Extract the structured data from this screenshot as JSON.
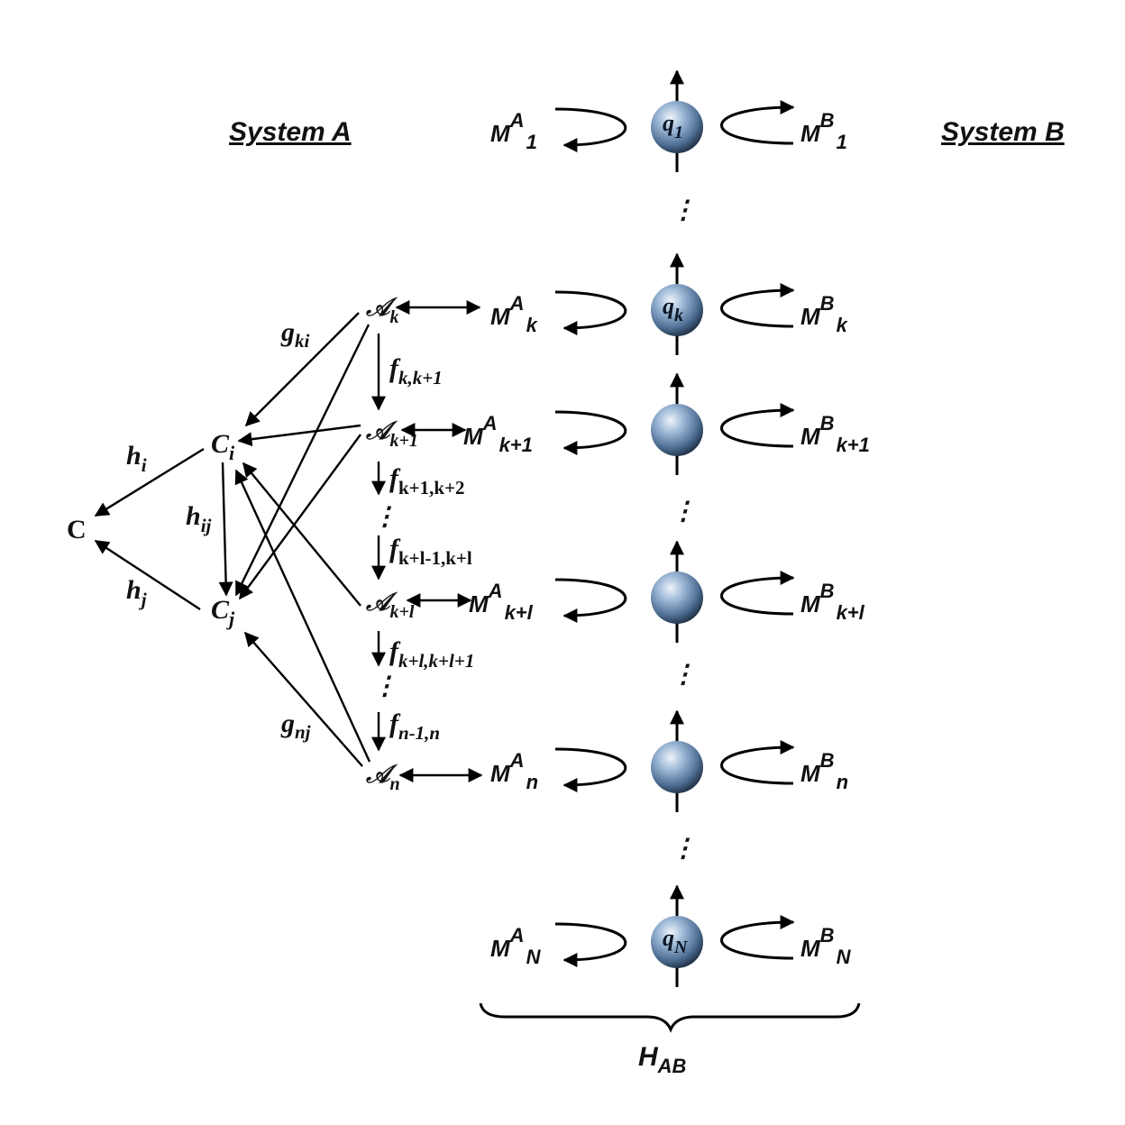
{
  "headers": {
    "system_a": "System A",
    "system_b": "System B"
  },
  "qubits": [
    {
      "label": "q",
      "sub": "1"
    },
    {
      "label": "q",
      "sub": "k"
    },
    {
      "label": "",
      "sub": ""
    },
    {
      "label": "",
      "sub": ""
    },
    {
      "label": "",
      "sub": ""
    },
    {
      "label": "q",
      "sub": "N"
    }
  ],
  "measure_a": [
    {
      "base": "M",
      "sup": "A",
      "sub": "1"
    },
    {
      "base": "M",
      "sup": "A",
      "sub": "k"
    },
    {
      "base": "M",
      "sup": "A",
      "sub": "k+1"
    },
    {
      "base": "M",
      "sup": "A",
      "sub": "k+l"
    },
    {
      "base": "M",
      "sup": "A",
      "sub": "n"
    },
    {
      "base": "M",
      "sup": "A",
      "sub": "N"
    }
  ],
  "measure_b": [
    {
      "base": "M",
      "sup": "B",
      "sub": "1"
    },
    {
      "base": "M",
      "sup": "B",
      "sub": "k"
    },
    {
      "base": "M",
      "sup": "B",
      "sub": "k+1"
    },
    {
      "base": "M",
      "sup": "B",
      "sub": "k+l"
    },
    {
      "base": "M",
      "sup": "B",
      "sub": "n"
    },
    {
      "base": "M",
      "sup": "B",
      "sub": "N"
    }
  ],
  "agents": [
    {
      "base": "𝒜",
      "sub": "k"
    },
    {
      "base": "𝒜",
      "sub": "k+1"
    },
    {
      "base": "𝒜",
      "sub": "k+l"
    },
    {
      "base": "𝒜",
      "sub": "n"
    }
  ],
  "chain_labels": [
    {
      "base": "f",
      "sub": "k,k+1"
    },
    {
      "base": "f",
      "sub": "k+1,k+2"
    },
    {
      "base": "f",
      "sub": "k+l-1,k+l"
    },
    {
      "base": "f",
      "sub": "k+l,k+l+1"
    },
    {
      "base": "f",
      "sub": "n-1,n"
    }
  ],
  "nodes": {
    "c": "C",
    "ci": {
      "base": "C",
      "sub": "i"
    },
    "cj": {
      "base": "C",
      "sub": "j"
    }
  },
  "edge_labels": {
    "gki": {
      "base": "g",
      "sub": "ki"
    },
    "gnj": {
      "base": "g",
      "sub": "nj"
    },
    "hi": {
      "base": "h",
      "sub": "i"
    },
    "hj": {
      "base": "h",
      "sub": "j"
    },
    "hij": {
      "base": "h",
      "sub": "ij"
    }
  },
  "hab": {
    "base": "H",
    "sub": "AB"
  },
  "dots": "⋮"
}
